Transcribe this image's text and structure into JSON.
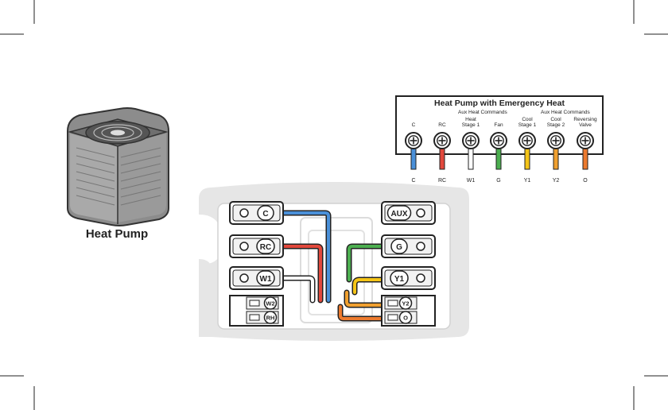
{
  "heat_pump": {
    "label": "Heat Pump"
  },
  "panel": {
    "title": "Heat Pump with Emergency Heat",
    "group_aux_1": "Aux Heat Commands",
    "group_aux_2": "Aux Heat Commands",
    "terminals": [
      {
        "top": "C",
        "top2": "",
        "bottom": "C",
        "color": "#4a90d9"
      },
      {
        "top": "RC",
        "top2": "",
        "bottom": "RC",
        "color": "#e2483c"
      },
      {
        "top": "Heat",
        "top2": "Stage 1",
        "bottom": "W1",
        "color": "#ffffff"
      },
      {
        "top": "Fan",
        "top2": "",
        "bottom": "G",
        "color": "#4caf50"
      },
      {
        "top": "Cool",
        "top2": "Stage 1",
        "bottom": "Y1",
        "color": "#f5c518"
      },
      {
        "top": "Cool",
        "top2": "Stage 2",
        "bottom": "Y2",
        "color": "#f0a030"
      },
      {
        "top": "Reversing",
        "top2": "Valve",
        "bottom": "O",
        "color": "#ec7a2e"
      }
    ]
  },
  "thermostat": {
    "left": [
      {
        "label": "C"
      },
      {
        "label": "RC"
      },
      {
        "label": "W1"
      },
      {
        "label": "W2"
      },
      {
        "label": "RH"
      }
    ],
    "right": [
      {
        "label": "AUX"
      },
      {
        "label": "G"
      },
      {
        "label": "Y1"
      },
      {
        "label": "Y2"
      },
      {
        "label": "O"
      }
    ]
  },
  "colors": {
    "blue": "#4a90d9",
    "red": "#e2483c",
    "green": "#4caf50",
    "yellow": "#f5c518",
    "orange": "#ec7a2e",
    "outline": "#222222",
    "base": "#e6e6e6"
  }
}
